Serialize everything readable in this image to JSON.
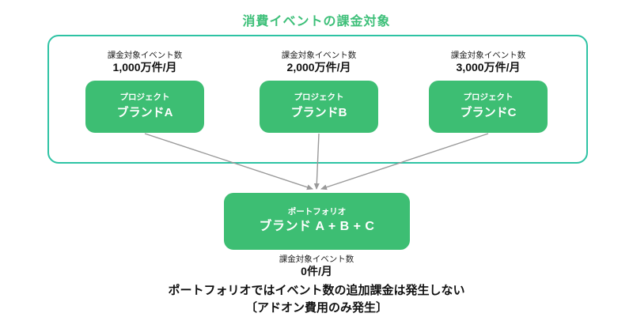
{
  "title": "消費イベントの課金対象",
  "colors": {
    "node_green": "#3dbe73",
    "frame_teal": "#2ec3a4",
    "title_green": "#3cbf78",
    "arrow_gray": "#999999",
    "text_dark": "#111111"
  },
  "projects": [
    {
      "count_caption": "課金対象イベント数",
      "count_value": "1,000万件/月",
      "type_label": "プロジェクト",
      "name": "ブランドA"
    },
    {
      "count_caption": "課金対象イベント数",
      "count_value": "2,000万件/月",
      "type_label": "プロジェクト",
      "name": "ブランドB"
    },
    {
      "count_caption": "課金対象イベント数",
      "count_value": "3,000万件/月",
      "type_label": "プロジェクト",
      "name": "ブランドC"
    }
  ],
  "portfolio": {
    "type_label": "ポートフォリオ",
    "name": "ブランド A + B + C",
    "count_caption": "課金対象イベント数",
    "count_value": "0件/月"
  },
  "footnote": {
    "line1": "ポートフォリオではイベント数の追加課金は発生しない",
    "line2": "〔アドオン費用のみ発生〕"
  }
}
